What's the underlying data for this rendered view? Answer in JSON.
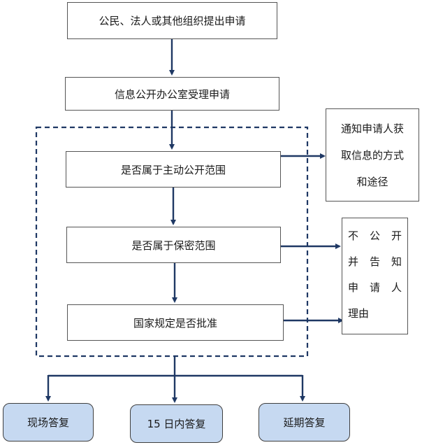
{
  "steps": {
    "submit": "公民、法人或其他组织提出申请",
    "accept": "信息公开办公室受理申请",
    "is_public": "是否属于主动公开范围",
    "is_secret": "是否属于保密范围",
    "state_approval": "国家规定是否批准"
  },
  "side_notes": {
    "notify_method": [
      "通知申请人获",
      "取信息的方式",
      "和途径"
    ],
    "notify_reason": [
      "不 公 开",
      "并 告 知",
      "申 请 人",
      "理由"
    ]
  },
  "results": {
    "onsite": "现场答复",
    "within_15_days": "15 日内答复",
    "deferred": "延期答复"
  },
  "colors": {
    "line": "#1f3864",
    "result_fill": "#c6d9f1",
    "box_border": "#555555"
  }
}
